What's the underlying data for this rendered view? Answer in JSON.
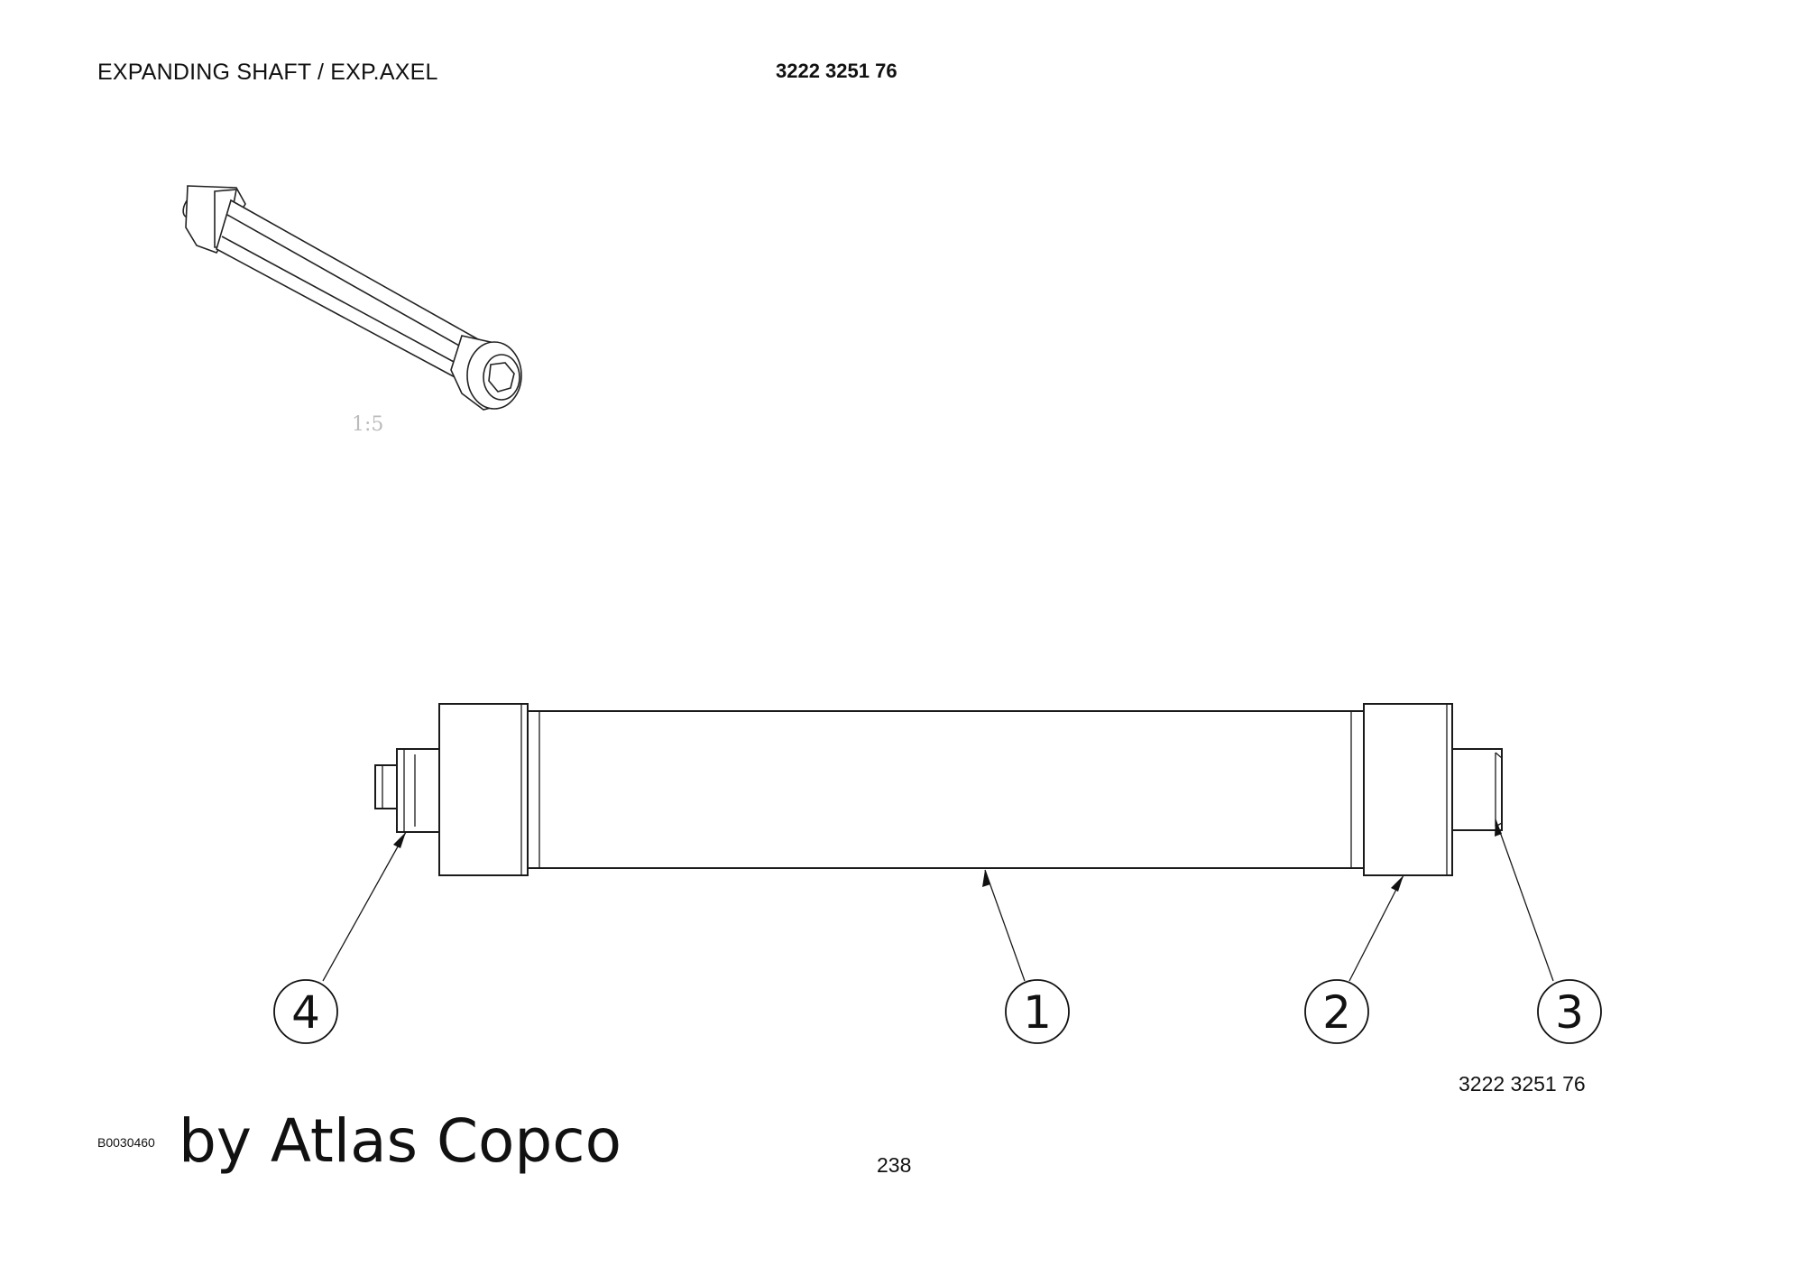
{
  "header": {
    "title": "EXPANDING SHAFT / EXP.AXEL",
    "part_number": "3222 3251 76"
  },
  "iso_view": {
    "scale_label": "1:5"
  },
  "balloons": [
    {
      "id": "4",
      "label": "4"
    },
    {
      "id": "1",
      "label": "1"
    },
    {
      "id": "2",
      "label": "2"
    },
    {
      "id": "3",
      "label": "3"
    }
  ],
  "drawing_part_number": "3222 3251 76",
  "footer": {
    "drawing_code": "B0030460",
    "brand": "by Atlas Copco",
    "page_number": "238"
  }
}
